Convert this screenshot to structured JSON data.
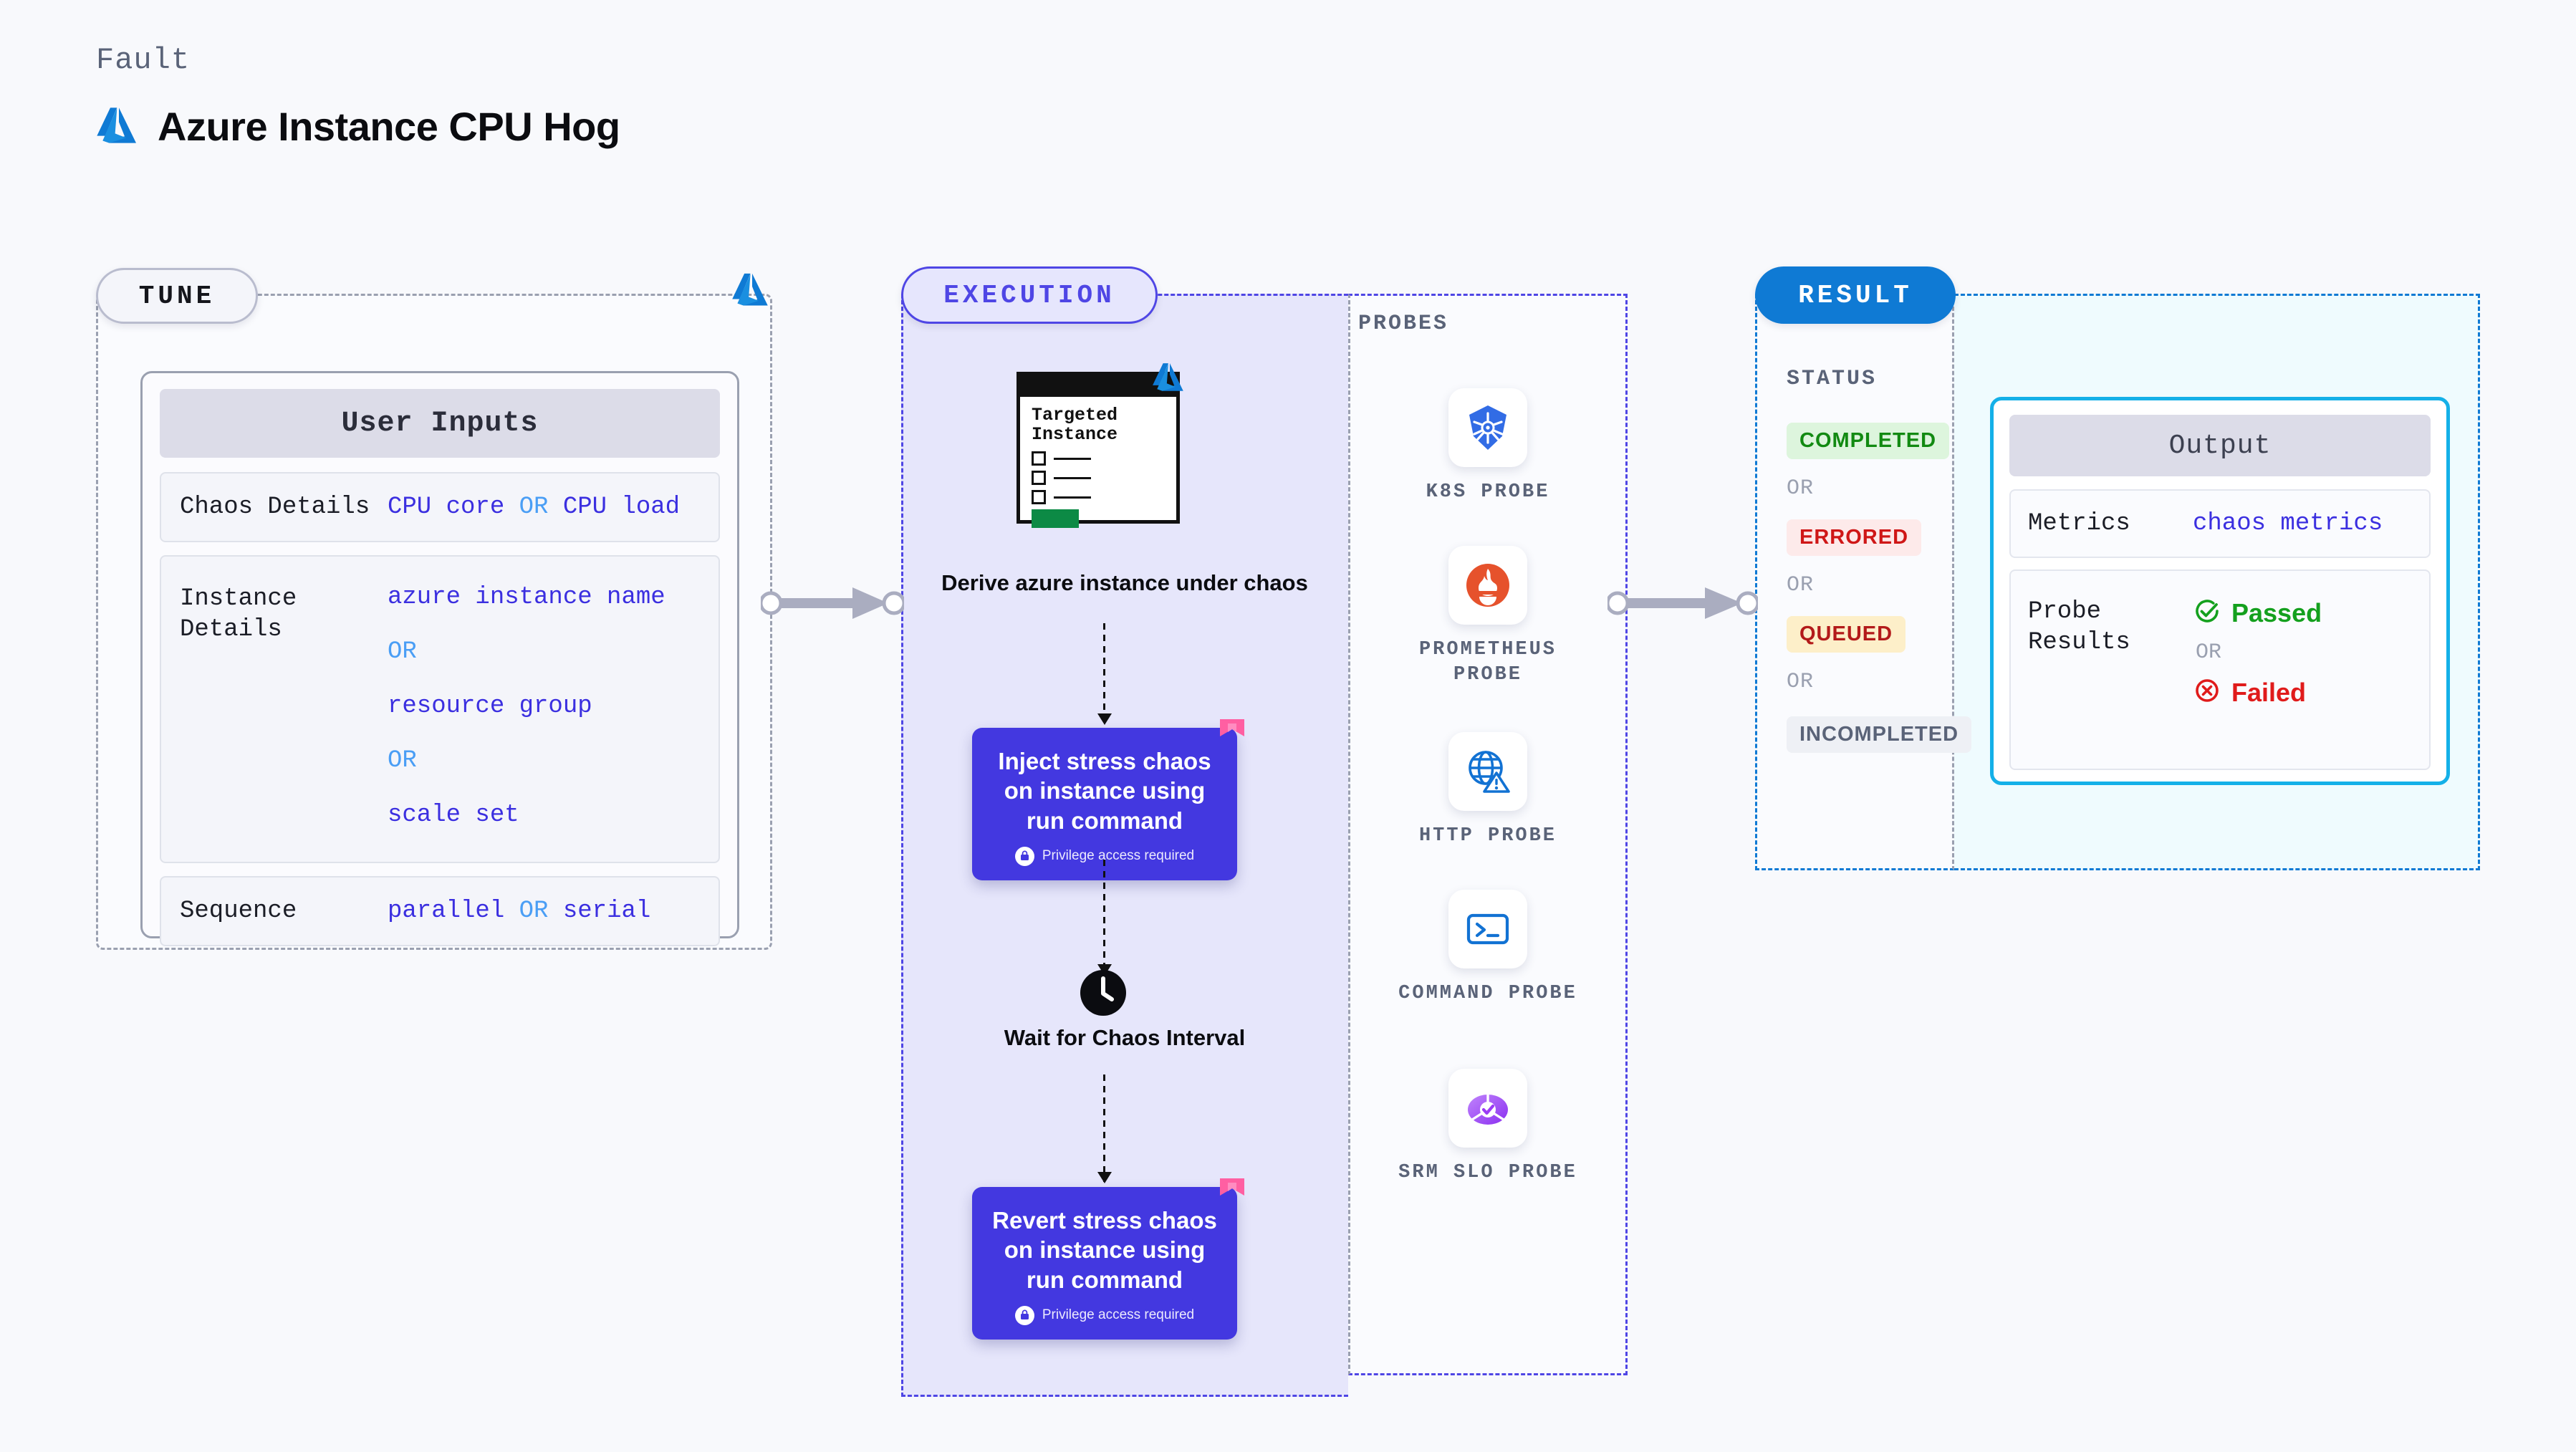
{
  "header": {
    "eyebrow": "Fault",
    "title": "Azure Instance CPU Hog",
    "logo_icon": "azure-logo"
  },
  "colors": {
    "azure_blue": "#0f7ad4",
    "execution_purple": "#4f46e5",
    "chaos_box": "#4338e0",
    "result_blue": "#0f7ad4",
    "output_cyan": "#14b0e8",
    "value_indigo": "#3b2fe0",
    "or_blue": "#4a9ef5",
    "passed_green": "#14a01e",
    "failed_red": "#e01b1b"
  },
  "tune": {
    "badge": "TUNE",
    "card_title": "User Inputs",
    "rows": [
      {
        "label": "Chaos Details",
        "values": [
          "CPU core",
          "OR",
          "CPU load"
        ]
      },
      {
        "label": "Instance Details",
        "values": [
          "azure instance name",
          "OR",
          "resource group",
          "OR",
          "scale set"
        ]
      },
      {
        "label": "Sequence",
        "values": [
          "parallel",
          "OR",
          "serial"
        ]
      }
    ]
  },
  "execution": {
    "badge": "EXECUTION",
    "targeted_card": {
      "title_line1": "Targeted",
      "title_line2": "Instance",
      "checkbox_rows": 3,
      "logo_icon": "azure-logo"
    },
    "steps": [
      {
        "type": "caption",
        "text": "Derive azure instance under chaos"
      },
      {
        "type": "action",
        "text": "Inject stress chaos on instance using run command",
        "privilege_note": "Privilege access required",
        "privilege_icon": "lock-icon",
        "ribbon_icon": "ribbon-icon"
      },
      {
        "type": "wait",
        "text": "Wait for Chaos Interval",
        "icon": "clock-icon"
      },
      {
        "type": "action",
        "text": "Revert stress chaos on instance using run command",
        "privilege_note": "Privilege access required",
        "privilege_icon": "lock-icon",
        "ribbon_icon": "ribbon-icon"
      }
    ]
  },
  "probes": {
    "title": "PROBES",
    "items": [
      {
        "label": "K8S PROBE",
        "icon": "kubernetes-icon"
      },
      {
        "label": "PROMETHEUS PROBE",
        "icon": "prometheus-icon"
      },
      {
        "label": "HTTP PROBE",
        "icon": "http-globe-warning-icon"
      },
      {
        "label": "COMMAND PROBE",
        "icon": "terminal-icon"
      },
      {
        "label": "SRM SLO PROBE",
        "icon": "srm-slo-donut-icon"
      }
    ]
  },
  "result": {
    "badge": "RESULT",
    "status_title": "STATUS",
    "statuses": [
      {
        "label": "COMPLETED",
        "fg": "#128a12",
        "bg": "#ddf5dd"
      },
      {
        "label": "OR"
      },
      {
        "label": "ERRORED",
        "fg": "#cf1717",
        "bg": "#fdeaea"
      },
      {
        "label": "OR"
      },
      {
        "label": "QUEUED",
        "fg": "#b31a1a",
        "bg": "#fdefc9"
      },
      {
        "label": "OR"
      },
      {
        "label": "INCOMPLETED",
        "fg": "#5a6378",
        "bg": "#eef0f5"
      }
    ]
  },
  "output": {
    "card_title": "Output",
    "metrics": {
      "label": "Metrics",
      "value": "chaos metrics"
    },
    "probe_results": {
      "label": "Probe Results",
      "passed": "Passed",
      "or": "OR",
      "failed": "Failed",
      "passed_icon": "check-circle-icon",
      "failed_icon": "x-circle-icon"
    }
  },
  "connectors": {
    "tune_to_execution": "arrow-right",
    "execution_to_result": "arrow-right"
  }
}
